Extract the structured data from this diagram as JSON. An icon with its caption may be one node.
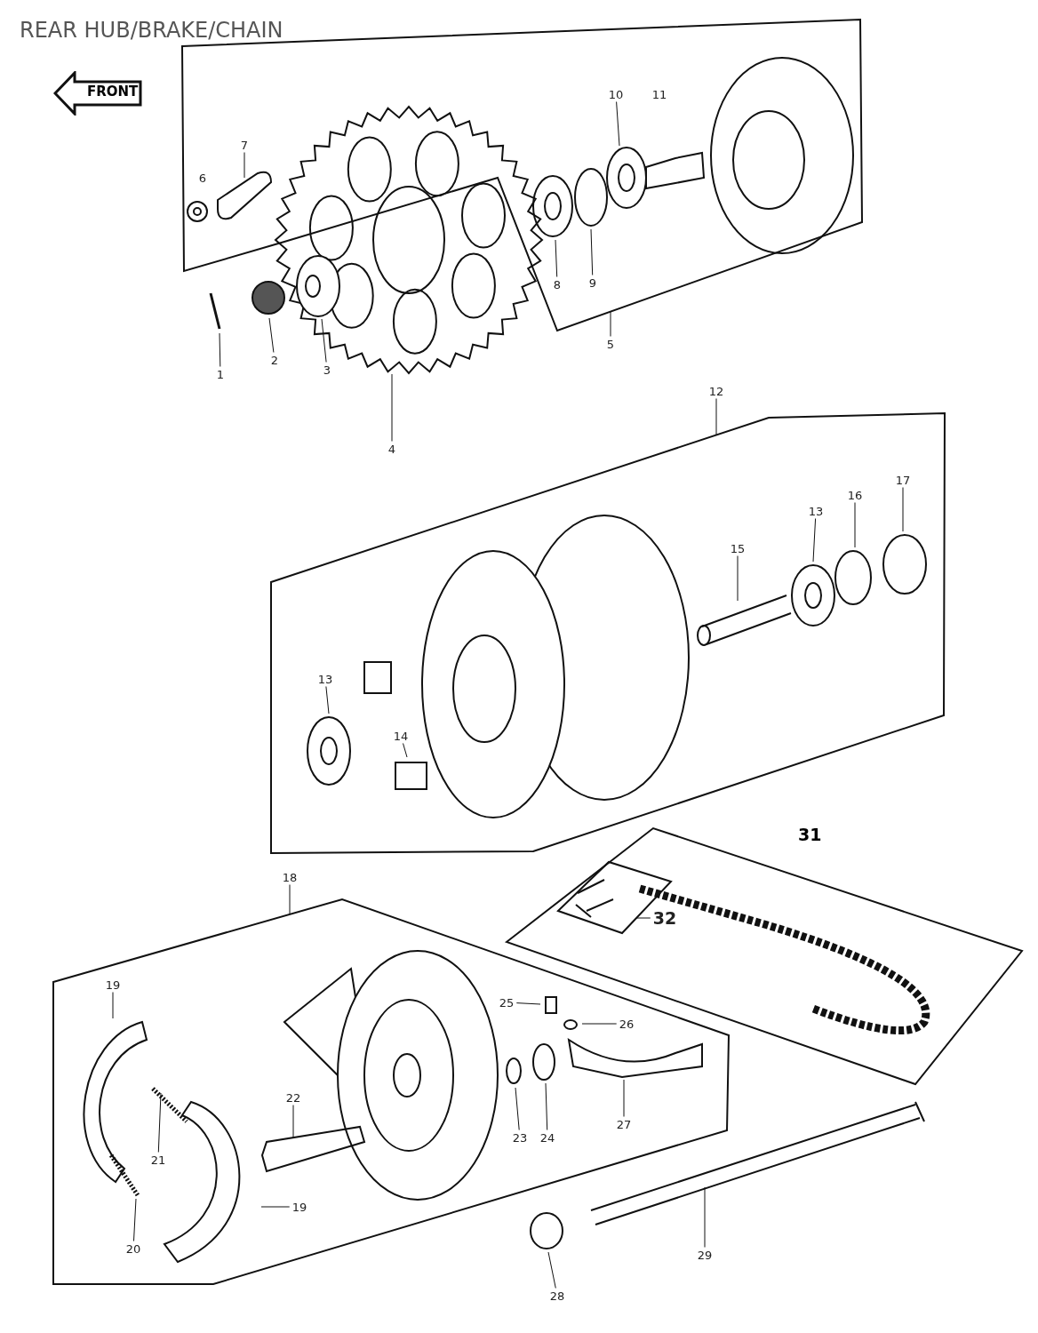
{
  "diagram": {
    "title": "REAR HUB/BRAKE/CHAIN",
    "nodes": [
      {
        "text": [],
        "shape": "box"
      },
      {
        "text": [
          "6"
        ],
        "in": 0
      },
      {
        "text": [
          "7"
        ],
        "in": 0
      },
      {
        "text": [
          "10"
        ],
        "in": 0
      },
      {
        "text": [
          "11"
        ],
        "in": 0
      },
      {
        "text": [
          "8"
        ],
        "in": 0
      },
      {
        "text": [
          "9"
        ],
        "in": 0
      },
      {
        "text": [
          "1"
        ]
      },
      {
        "text": [
          "2"
        ]
      },
      {
        "text": [
          "3"
        ]
      },
      {
        "text": [
          "4"
        ]
      },
      {
        "text": [
          "5"
        ]
      },
      {
        "text": [
          "12"
        ]
      },
      {
        "text": [],
        "shape": "box"
      },
      {
        "text": [
          "13"
        ],
        "in": 13
      },
      {
        "text": [
          "16"
        ],
        "in": 13
      },
      {
        "text": [
          "17"
        ],
        "in": 13
      },
      {
        "text": [
          "15"
        ],
        "in": 13
      },
      {
        "text": [
          "13"
        ],
        "in": 13
      },
      {
        "text": [
          "14"
        ],
        "in": 13
      },
      {
        "text": [],
        "shape": "box"
      },
      {
        "text": [],
        "shape": "box",
        "in": 20
      },
      {
        "text": [
          "32"
        ],
        "in": 20
      },
      {
        "text": [
          "18"
        ]
      },
      {
        "text": [],
        "shape": "box"
      },
      {
        "text": [
          "19"
        ],
        "in": 24
      },
      {
        "text": [
          "25"
        ],
        "in": 24
      },
      {
        "text": [
          "26"
        ],
        "in": 24
      },
      {
        "text": [
          "22"
        ],
        "in": 24
      },
      {
        "text": [
          "21"
        ],
        "in": 24
      },
      {
        "text": [
          "19"
        ],
        "in": 24
      },
      {
        "text": [
          "23"
        ],
        "in": 24
      },
      {
        "text": [
          "24"
        ],
        "in": 24
      },
      {
        "text": [
          "27"
        ],
        "in": 24
      },
      {
        "text": [
          "20"
        ],
        "in": 24
      },
      {
        "text": [
          "29"
        ]
      },
      {
        "text": [
          "28"
        ]
      }
    ],
    "edges": [
      {
        "from": 2,
        "to": null,
        "arrow": "none"
      },
      {
        "from": 3,
        "to": null,
        "arrow": "none"
      },
      {
        "from": 5,
        "to": null,
        "arrow": "none"
      },
      {
        "from": 6,
        "to": null,
        "arrow": "none"
      },
      {
        "from": 7,
        "to": null,
        "arrow": "none"
      },
      {
        "from": 8,
        "to": null,
        "arrow": "none"
      },
      {
        "from": 9,
        "to": null,
        "arrow": "none"
      },
      {
        "from": 10,
        "to": null,
        "arrow": "none"
      },
      {
        "from": 11,
        "to": 0,
        "arrow": "none"
      },
      {
        "from": 12,
        "to": 13,
        "arrow": "none"
      },
      {
        "from": 14,
        "to": null,
        "arrow": "none"
      },
      {
        "from": 15,
        "to": null,
        "arrow": "none"
      },
      {
        "from": 16,
        "to": null,
        "arrow": "none"
      },
      {
        "from": 17,
        "to": null,
        "arrow": "none"
      },
      {
        "from": 18,
        "to": null,
        "arrow": "none"
      },
      {
        "from": 19,
        "to": null,
        "arrow": "none"
      },
      {
        "from": 22,
        "to": 21,
        "arrow": "none"
      },
      {
        "from": 23,
        "to": 24,
        "arrow": "none"
      },
      {
        "from": 25,
        "to": null,
        "arrow": "none"
      },
      {
        "from": 26,
        "to": null,
        "arrow": "none"
      },
      {
        "from": 27,
        "to": null,
        "arrow": "none"
      },
      {
        "from": 28,
        "to": null,
        "arrow": "none"
      },
      {
        "from": 29,
        "to": null,
        "arrow": "none"
      },
      {
        "from": 30,
        "to": null,
        "arrow": "none"
      },
      {
        "from": 31,
        "to": null,
        "arrow": "none"
      },
      {
        "from": 32,
        "to": null,
        "arrow": "none"
      },
      {
        "from": 33,
        "to": null,
        "arrow": "none"
      },
      {
        "from": 34,
        "to": null,
        "arrow": "none"
      },
      {
        "from": 35,
        "to": null,
        "arrow": "none"
      },
      {
        "from": 36,
        "to": null,
        "arrow": "none"
      }
    ],
    "labels": [
      "FRONT",
      "31"
    ]
  }
}
